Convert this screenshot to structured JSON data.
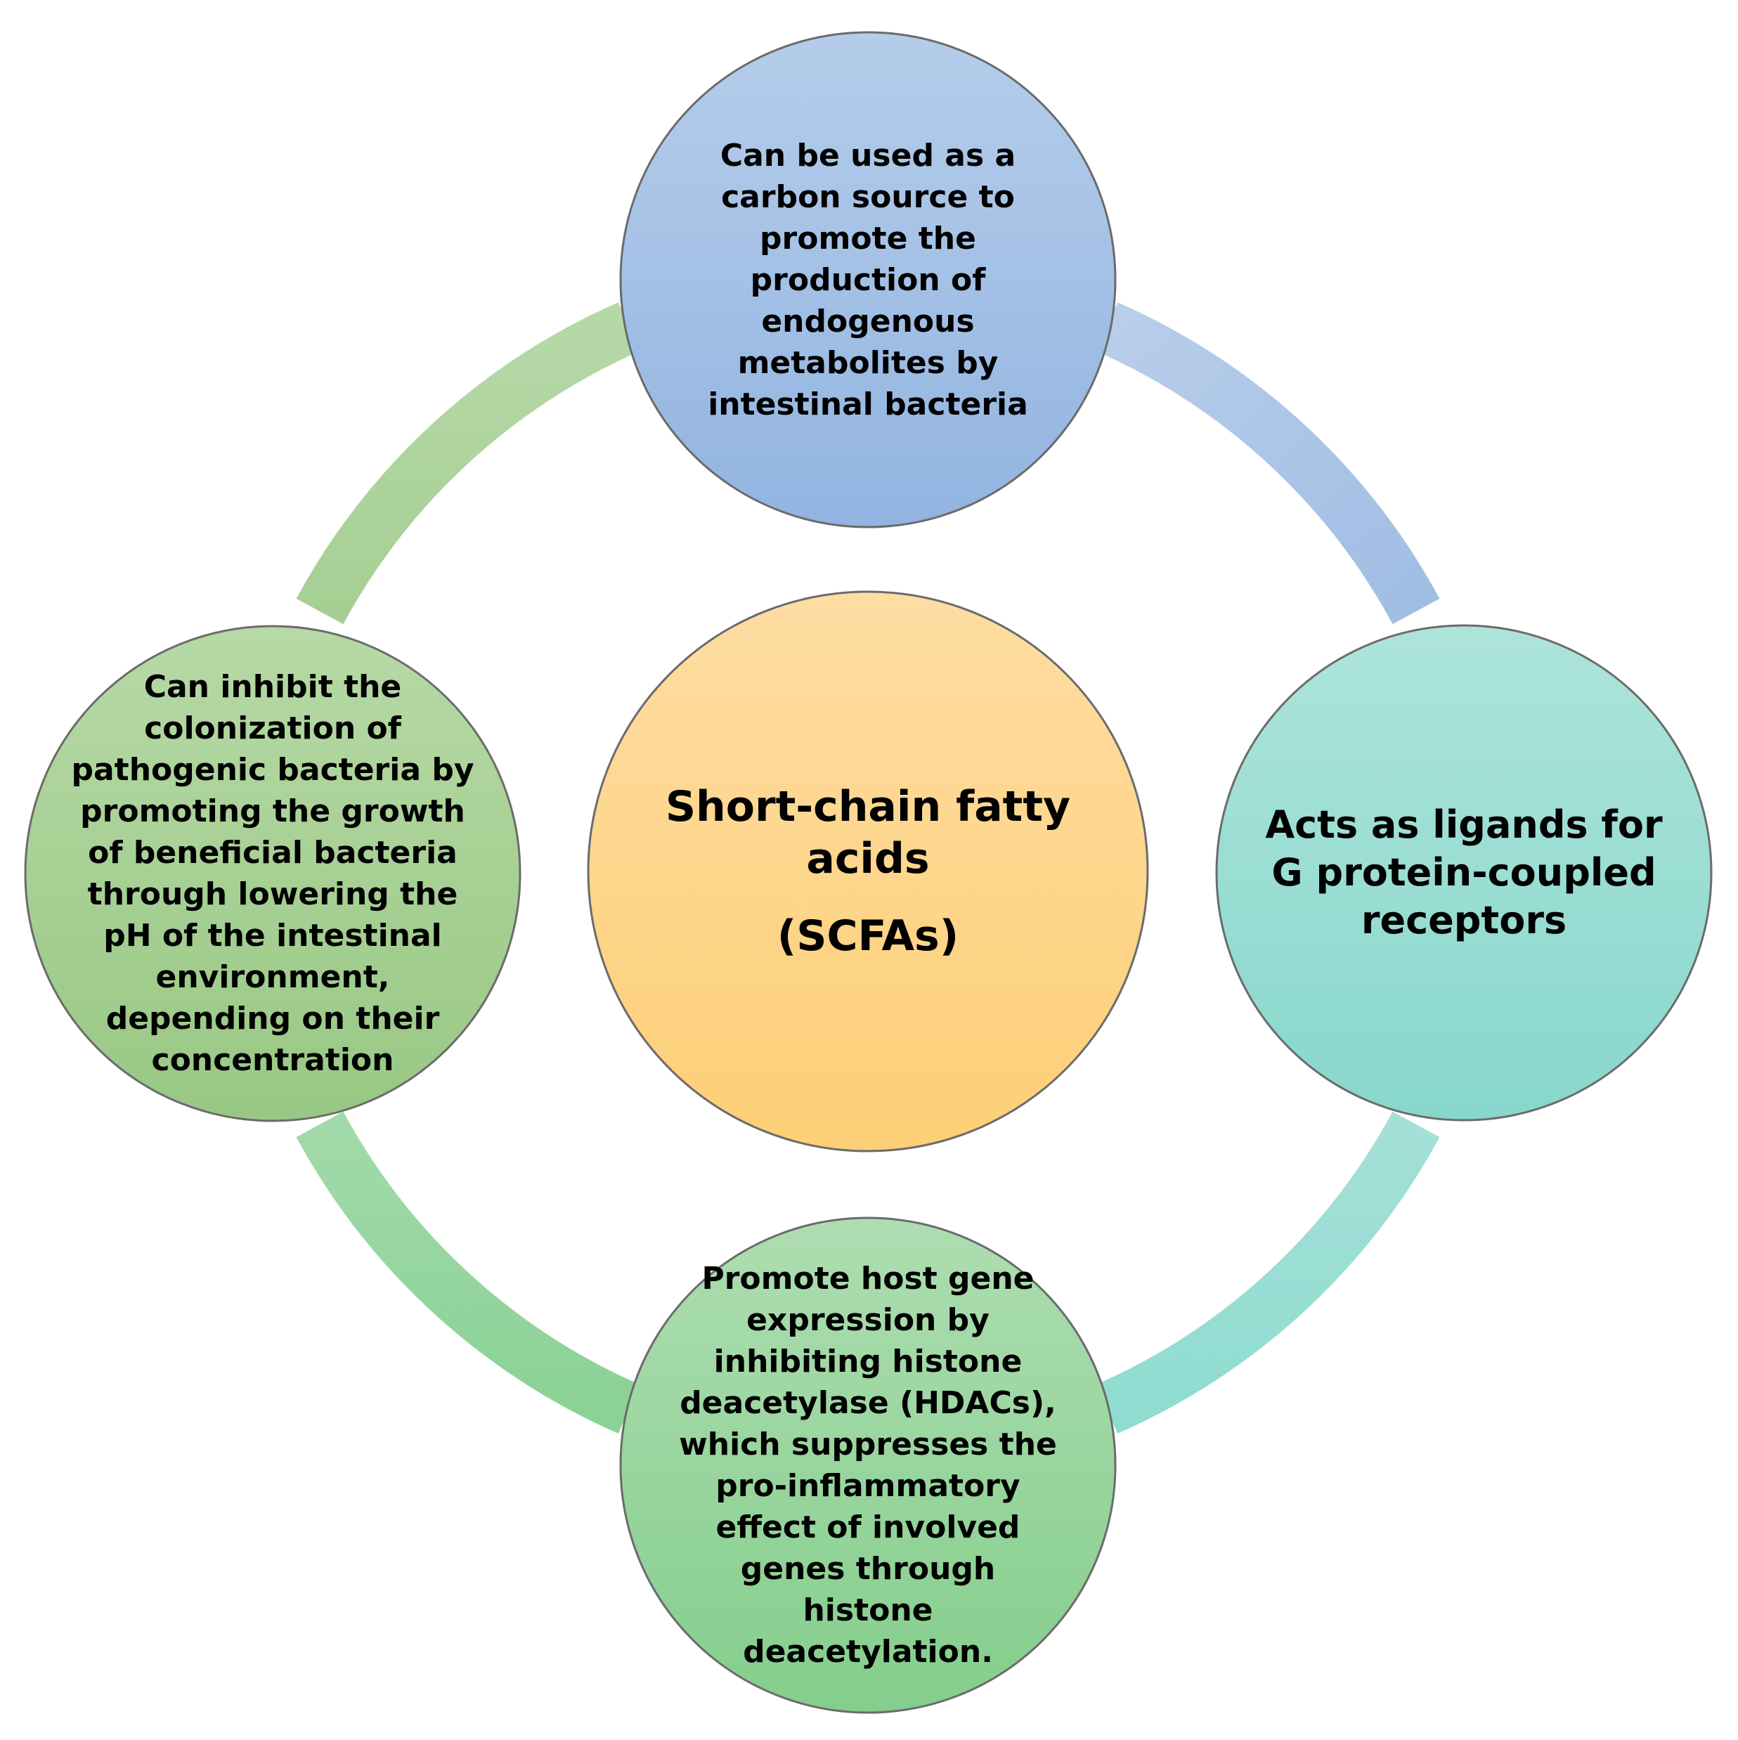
{
  "diagram": {
    "type": "cycle",
    "center": {
      "title": "Short-chain fatty\nacids",
      "abbreviation": "(SCFAs)",
      "color": "#FDD58A"
    },
    "nodes": [
      {
        "id": "top",
        "text": "Can be used as a\ncarbon source to\npromote the\nproduction of\nendogenous\nmetabolites by\nintestinal bacteria",
        "color": "#9DBBE3"
      },
      {
        "id": "right",
        "text": "Acts as ligands for\nG protein-coupled\nreceptors",
        "color": "#94DCD2"
      },
      {
        "id": "bottom",
        "text": "Promote host gene\nexpression by\ninhibiting histone\ndeacetylase (HDACs),\nwhich suppresses the\npro-inflammatory\neffect of involved\ngenes through\nhistone\ndeacetylation.",
        "color": "#99D49F"
      },
      {
        "id": "left",
        "text": "Can inhibit the\ncolonization of\npathogenic bacteria by\npromoting the growth\nof beneficial bacteria\nthrough lowering the\npH of the intestinal\nenvironment,\ndepending on their\nconcentration",
        "color": "#A8CF92"
      }
    ],
    "ring_colors": {
      "top_right": "#A6C2E6",
      "bottom_right": "#98DED3",
      "bottom_left": "#8FD49A",
      "top_left": "#A9D29A"
    }
  }
}
